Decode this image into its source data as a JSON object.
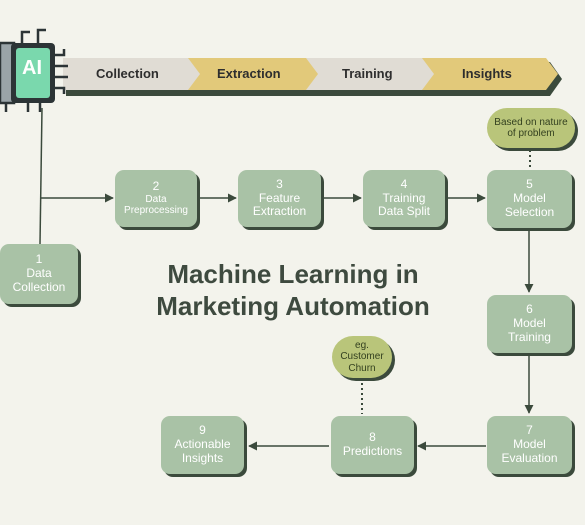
{
  "title": {
    "line1": "Machine Learning in",
    "line2": "Marketing Automation"
  },
  "logo": {
    "text": "AI",
    "icon": "ai-chip-icon"
  },
  "banner": {
    "stages": [
      "Collection",
      "Extraction",
      "Training",
      "Insights"
    ]
  },
  "steps": [
    {
      "num": "1",
      "label": "Data\nCollection"
    },
    {
      "num": "2",
      "label": "Data\nPreprocessing"
    },
    {
      "num": "3",
      "label": "Feature\nExtraction"
    },
    {
      "num": "4",
      "label": "Training\nData Split"
    },
    {
      "num": "5",
      "label": "Model\nSelection"
    },
    {
      "num": "6",
      "label": "Model\nTraining"
    },
    {
      "num": "7",
      "label": "Model\nEvaluation"
    },
    {
      "num": "8",
      "label": "Predictions"
    },
    {
      "num": "9",
      "label": "Actionable\nInsights"
    }
  ],
  "notes": {
    "model_selection": "Based on nature\nof problem",
    "predictions": "eg.\nCustomer\nChurn"
  },
  "colors": {
    "background": "#f3f3ec",
    "box": "#a9c2a6",
    "bubble": "#b9c57a",
    "banner_light": "#e0dcd4",
    "banner_gold": "#e2c97a",
    "chip": "#7ad8ad",
    "text_dark": "#3e4a3f"
  }
}
